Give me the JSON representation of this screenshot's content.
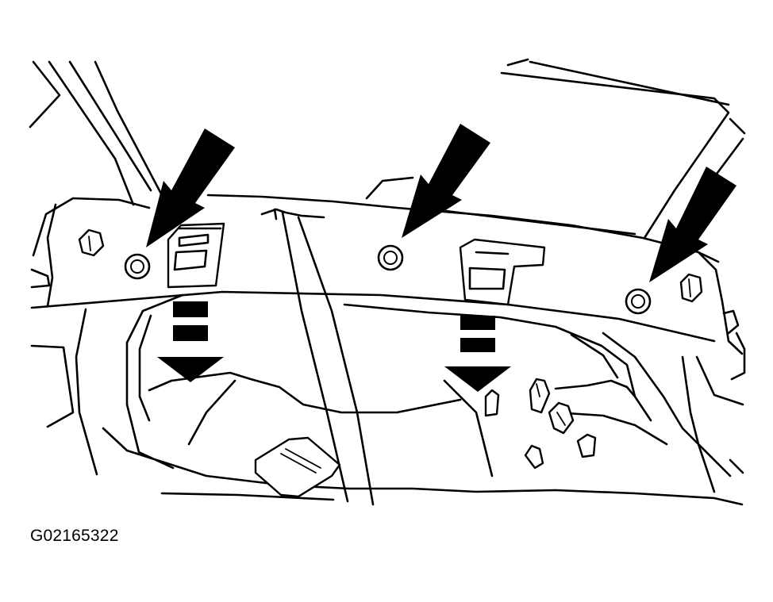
{
  "figure": {
    "code": "G02165322"
  },
  "callouts": {
    "fastener_arrows": 3,
    "direction_arrows": 2
  }
}
